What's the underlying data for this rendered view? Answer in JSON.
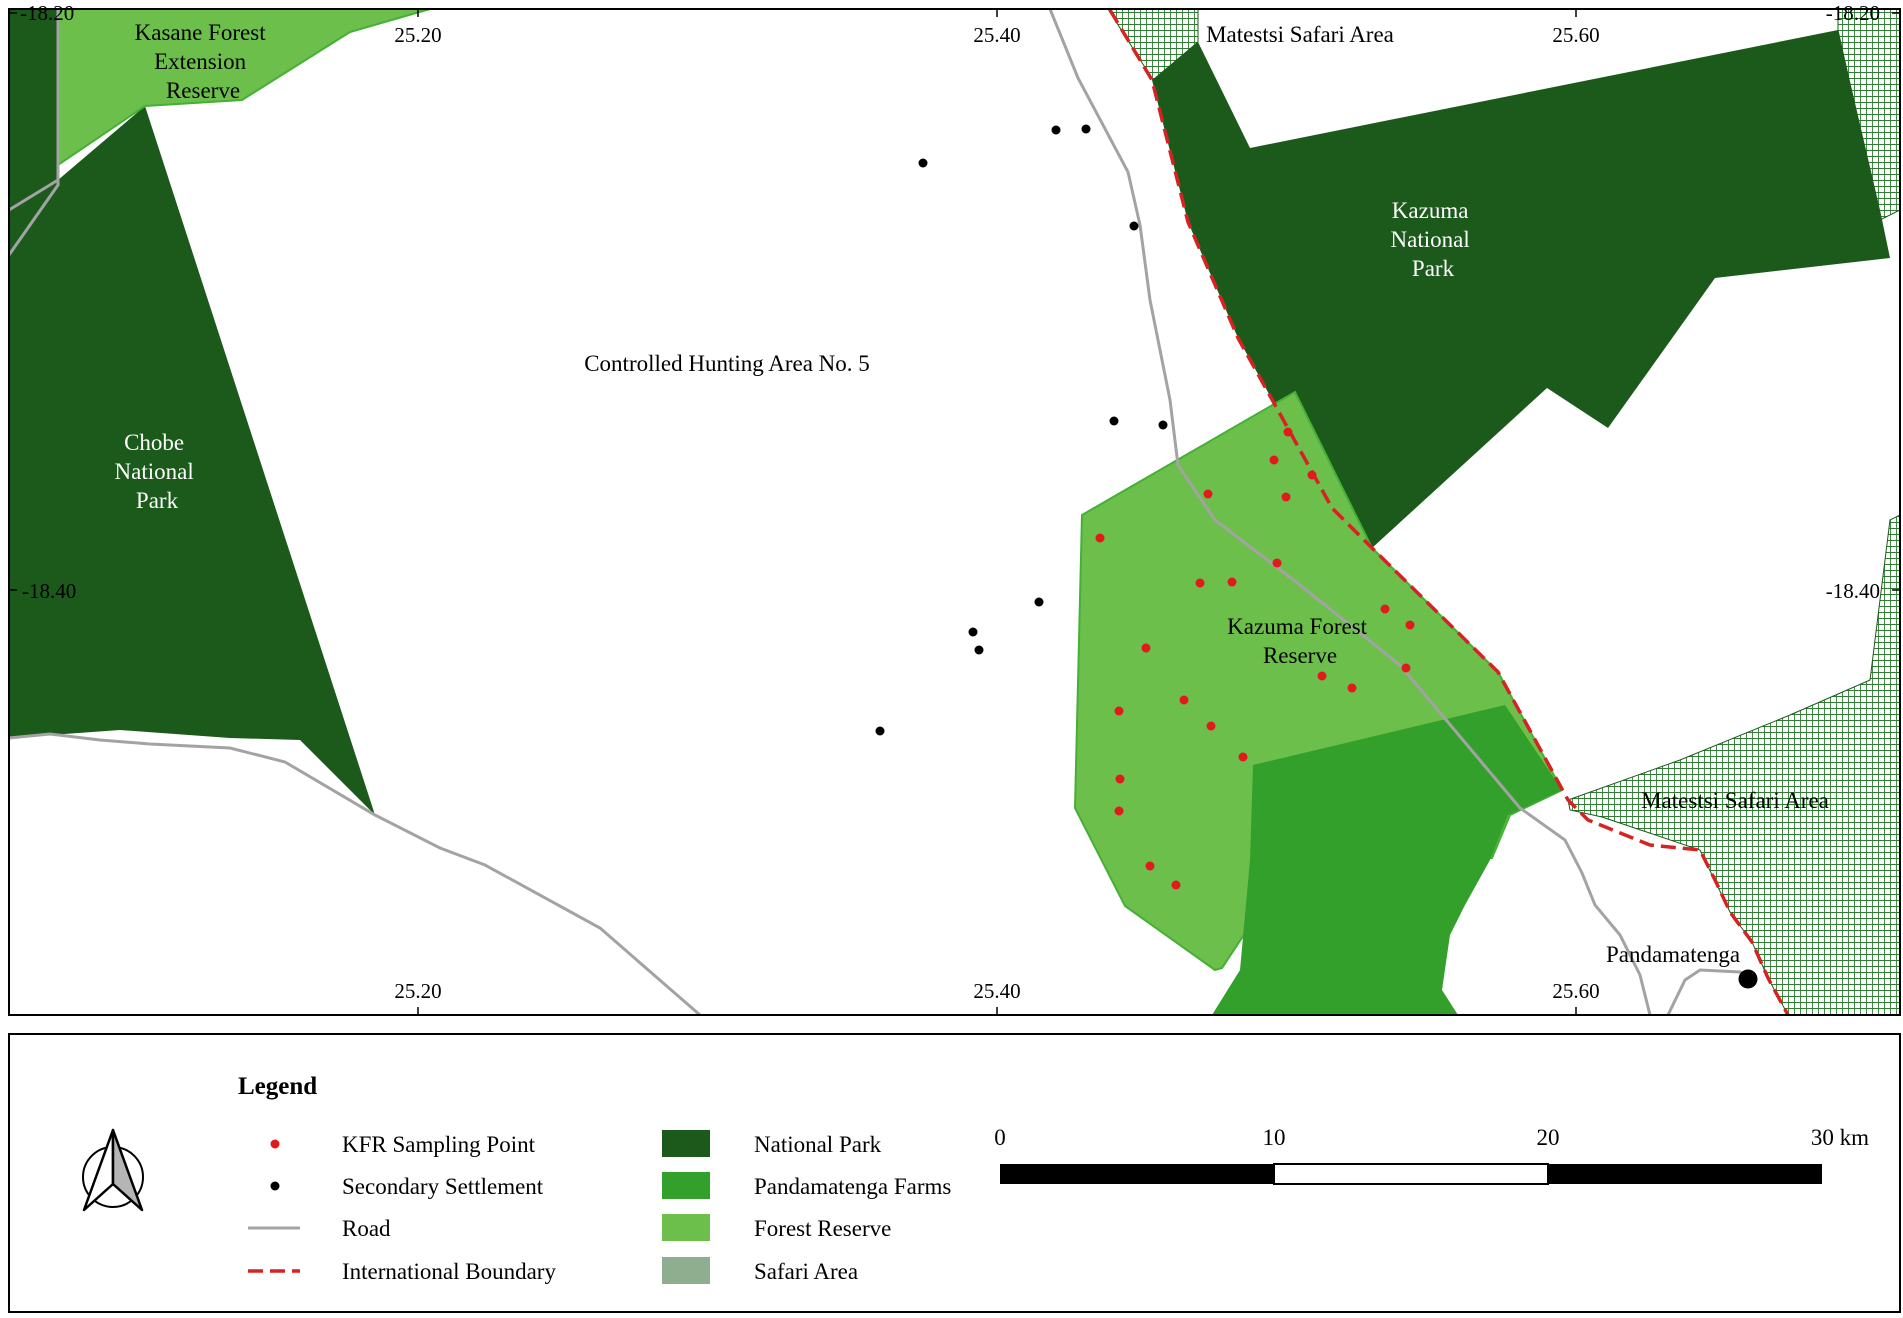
{
  "colors": {
    "national_park": "#1c5a1c",
    "pandamatenga_farms": "#33a02c",
    "forest_reserve": "#6cbf4a",
    "safari_area": "#8fae90",
    "forest_edge": "#44b035",
    "road": "#a3a3a3",
    "boundary": "#d62222",
    "sampling_point": "#e31a1c",
    "settlement": "#000000"
  },
  "map": {
    "lon_ticks": [
      "25.20",
      "25.40",
      "25.60"
    ],
    "lat_ticks": [
      "-18.20",
      "-18.40"
    ],
    "areas": {
      "kasane": [
        "Kasane Forest",
        "Extension",
        "Reserve"
      ],
      "chobe": [
        "Chobe",
        "National",
        "Park"
      ],
      "kazuma_np": [
        "Kazuma",
        "National",
        "Park"
      ],
      "kazuma_fr": [
        "Kazuma Forest",
        "Reserve"
      ],
      "cha": "Controlled Hunting Area No. 5",
      "matetsi_top": "Matestsi Safari Area",
      "matetsi_right": "Matestsi Safari Area",
      "pandamatenga": "Pandamatenga"
    }
  },
  "legend": {
    "title": "Legend",
    "items": {
      "sampling": "KFR Sampling Point",
      "settlement": "Secondary Settlement",
      "road": "Road",
      "boundary": "International Boundary",
      "national_park": "National Park",
      "farms": "Pandamatenga Farms",
      "forest_reserve": "Forest Reserve",
      "safari": "Safari Area"
    },
    "scale": {
      "labels": [
        "0",
        "10",
        "20",
        "30 km"
      ]
    },
    "north_arrow": "north-arrow-icon"
  }
}
